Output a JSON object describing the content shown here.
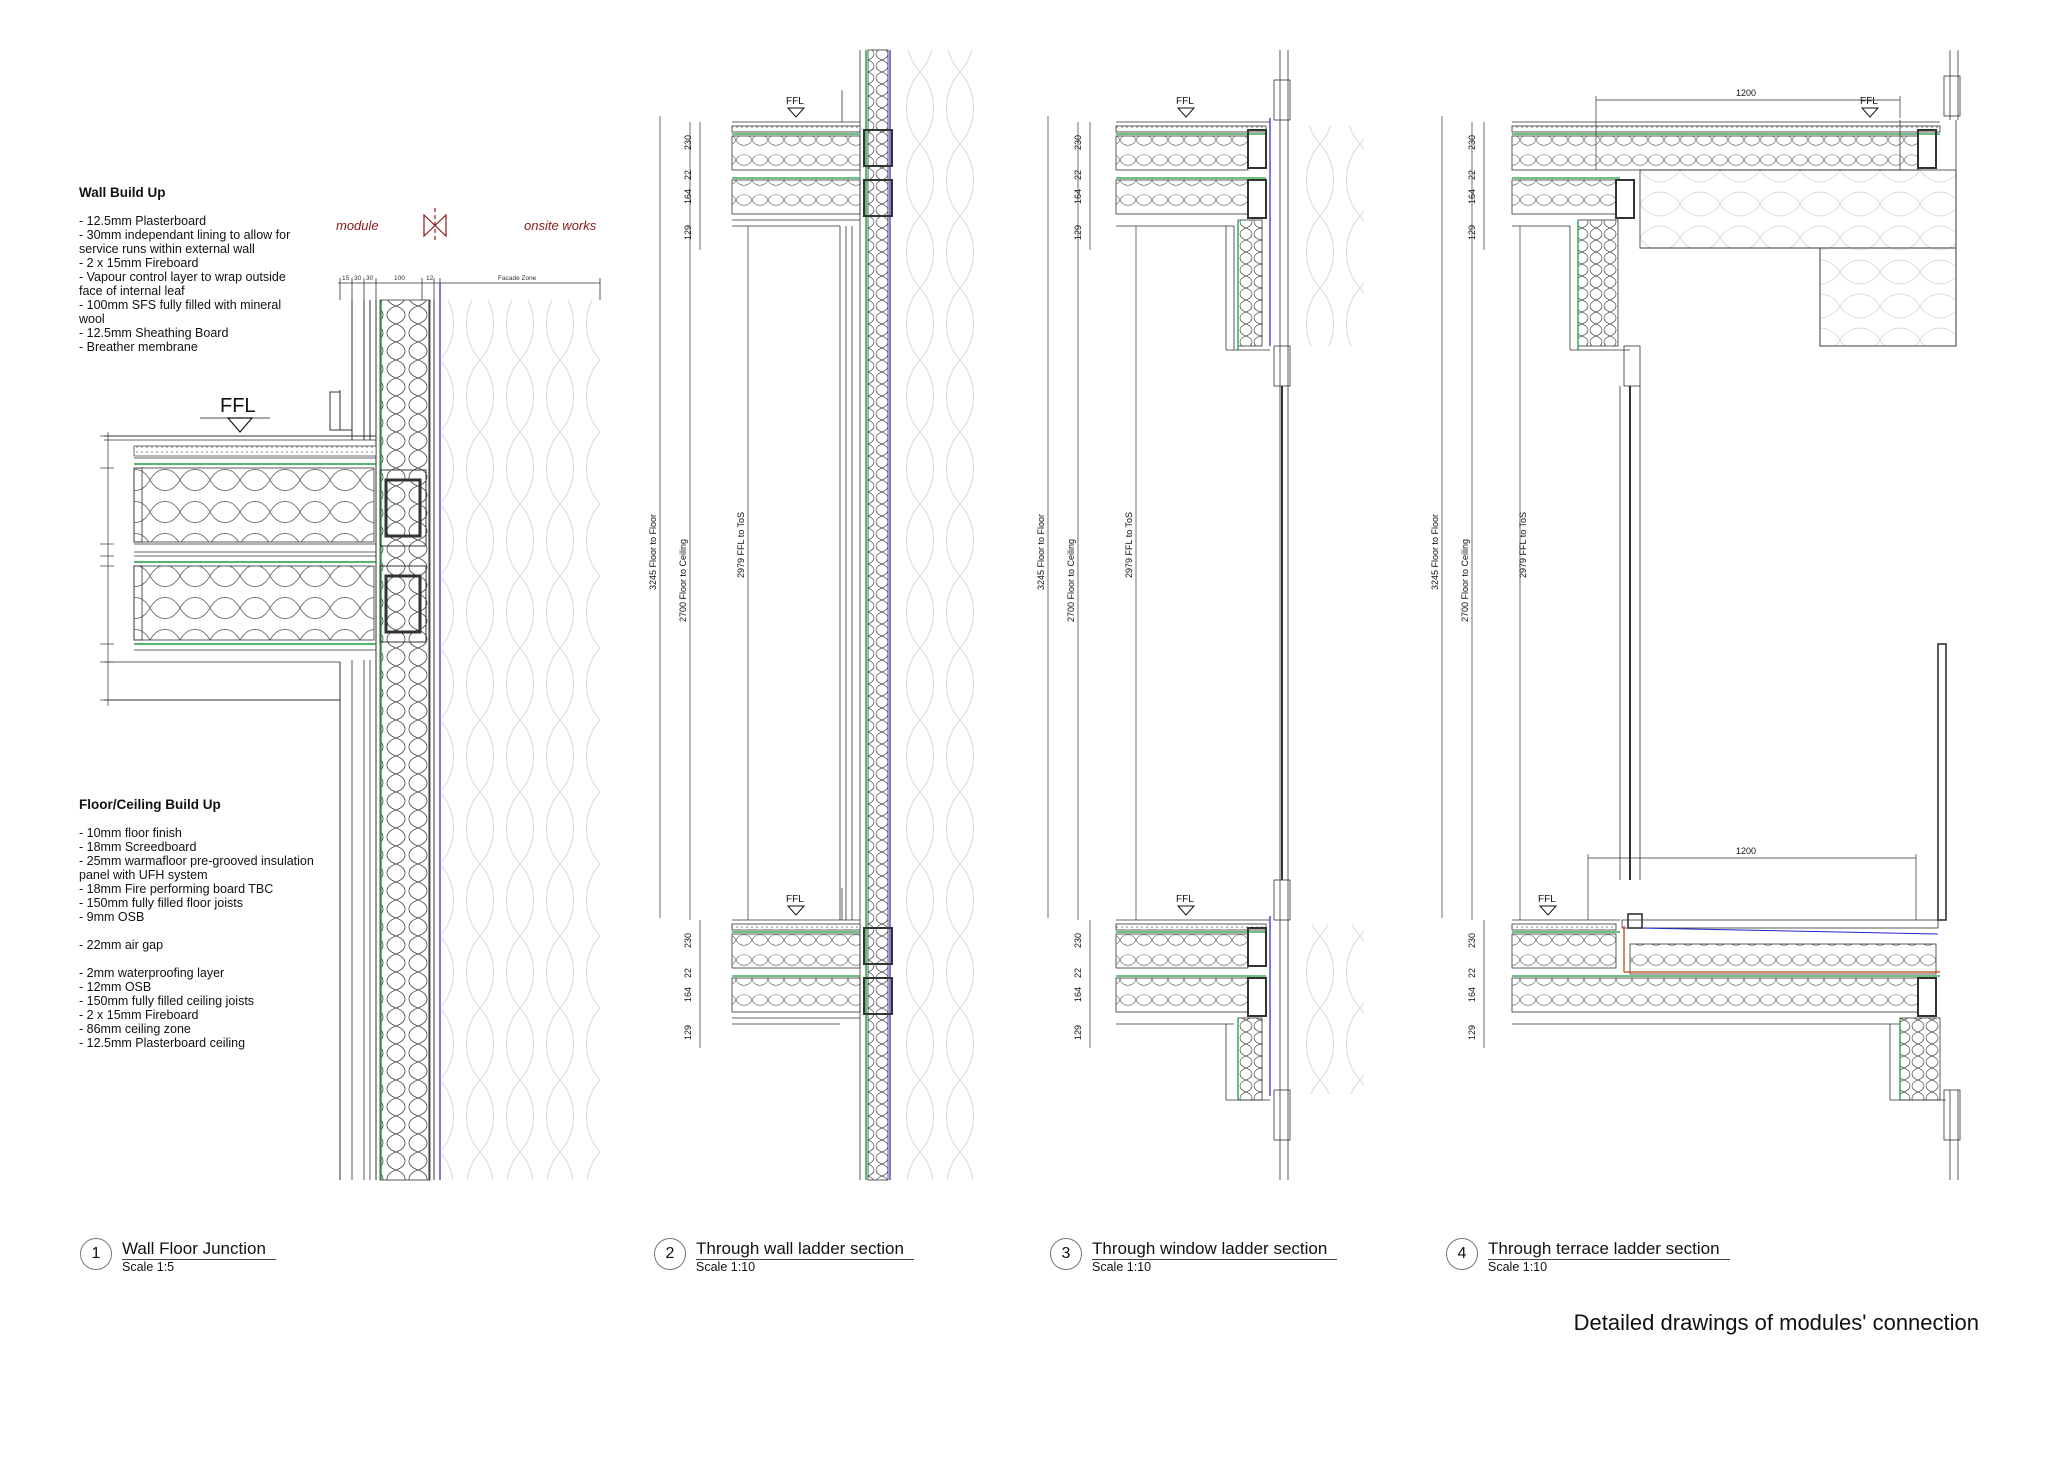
{
  "wall_build_up": {
    "title": "Wall Build Up",
    "items": [
      "- 12.5mm Plasterboard",
      "- 30mm independant lining to allow for service runs within external wall",
      "- 2 x 15mm Fireboard",
      "- Vapour control layer to wrap outside face of internal leaf",
      "- 100mm SFS fully filled with mineral wool",
      "- 12.5mm Sheathing Board",
      "- Breather membrane"
    ]
  },
  "floor_build_up": {
    "title": "Floor/Ceiling Build Up",
    "group1": [
      "- 10mm floor finish",
      "- 18mm Screedboard",
      "- 25mm warmafloor pre-grooved insulation panel with UFH system",
      "- 18mm Fire performing board TBC",
      "- 150mm fully filled floor joists",
      "- 9mm OSB"
    ],
    "group2": [
      "- 22mm air gap"
    ],
    "group3": [
      "- 2mm waterproofing layer",
      "- 12mm OSB",
      "- 150mm fully filled ceiling joists",
      "- 2 x 15mm Fireboard",
      "- 86mm ceiling zone",
      "- 12.5mm Plasterboard ceiling"
    ]
  },
  "detail1": {
    "zone_module": "module",
    "zone_onsite": "onsite works",
    "ffl": "FFL",
    "facade_zone": "Facade Zone",
    "top_dims": [
      "15",
      "30",
      "30",
      "100",
      "12"
    ]
  },
  "sections": {
    "ffl": "FFL",
    "dim_230": "230",
    "dim_22": "22",
    "dim_164": "164",
    "dim_129": "129",
    "floor_to_floor": "3245 Floor to Floor",
    "floor_to_ceiling": "2700 Floor to Ceiling",
    "ffl_to_tos": "2979 FFL to ToS",
    "dim_1200": "1200"
  },
  "titles": [
    {
      "num": "1",
      "title": "Wall Floor Junction",
      "scale": "Scale 1:5"
    },
    {
      "num": "2",
      "title": "Through wall ladder section",
      "scale": "Scale 1:10"
    },
    {
      "num": "3",
      "title": "Through window ladder section",
      "scale": "Scale 1:10"
    },
    {
      "num": "4",
      "title": "Through terrace ladder section",
      "scale": "Scale 1:10"
    }
  ],
  "caption": "Detailed drawings of modules' connection",
  "colors": {
    "insulation_line": "#1a9e3a",
    "membrane": "#2222cc",
    "accent": "#8b1a1a"
  }
}
